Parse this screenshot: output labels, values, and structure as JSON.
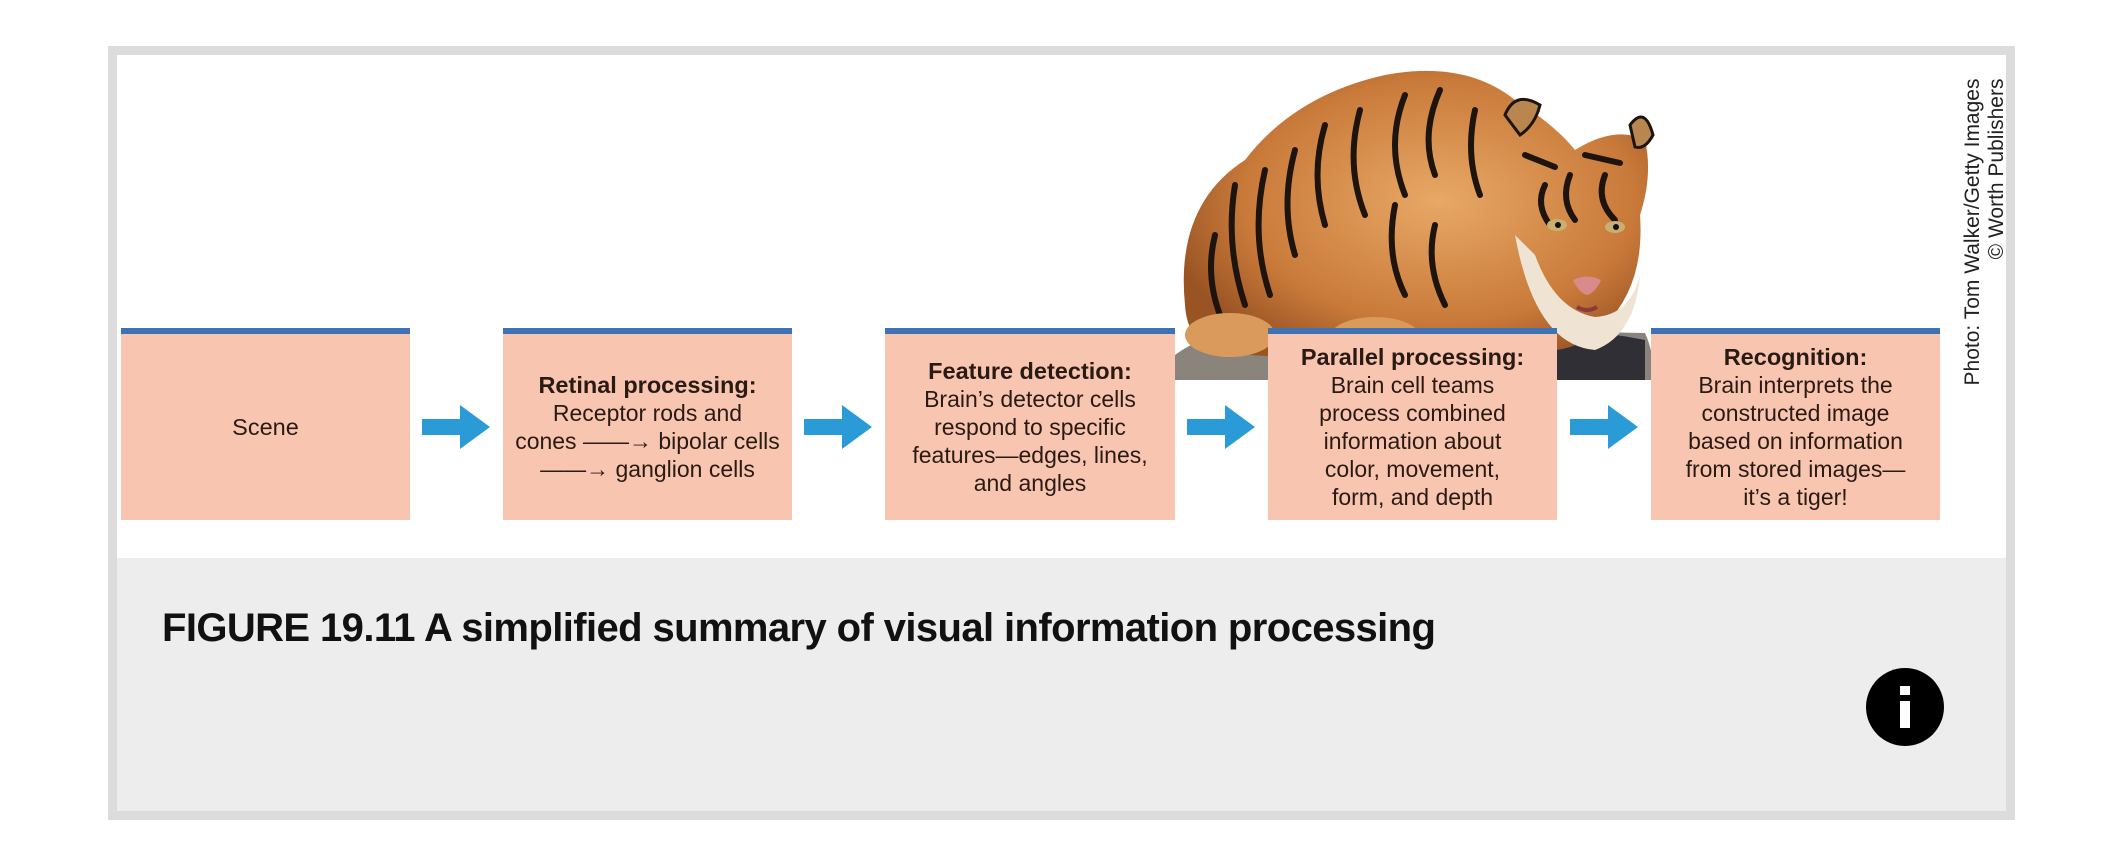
{
  "figure": {
    "steps": [
      {
        "title": "Scene",
        "body": ""
      },
      {
        "title": "Retinal processing:",
        "body": "Receptor rods and\ncones ——→ bipolar cells\n——→ ganglion cells"
      },
      {
        "title": "Feature detection:",
        "body": "Brain’s detector cells\nrespond to specific\nfeatures—edges, lines,\nand angles"
      },
      {
        "title": "Parallel processing:",
        "body": "Brain cell teams\nprocess combined\ninformation about\ncolor, movement,\nform, and depth"
      },
      {
        "title": "Recognition:",
        "body": "Brain interprets the\nconstructed image\nbased on information\nfrom stored images—\nit’s a tiger!"
      }
    ],
    "image_subject": "tiger",
    "credit": "Photo: Tom Walker/Getty Images\n© Worth Publishers",
    "colors": {
      "box_fill": "#f8c6b0",
      "box_top_bar": "#3f72b4",
      "arrow": "#2b9bd8",
      "caption_bg": "#ededed",
      "frame": "#dcdcdc"
    }
  },
  "caption": {
    "title": "FIGURE 19.11 A simplified summary of visual information processing",
    "info_icon": "info-icon"
  }
}
